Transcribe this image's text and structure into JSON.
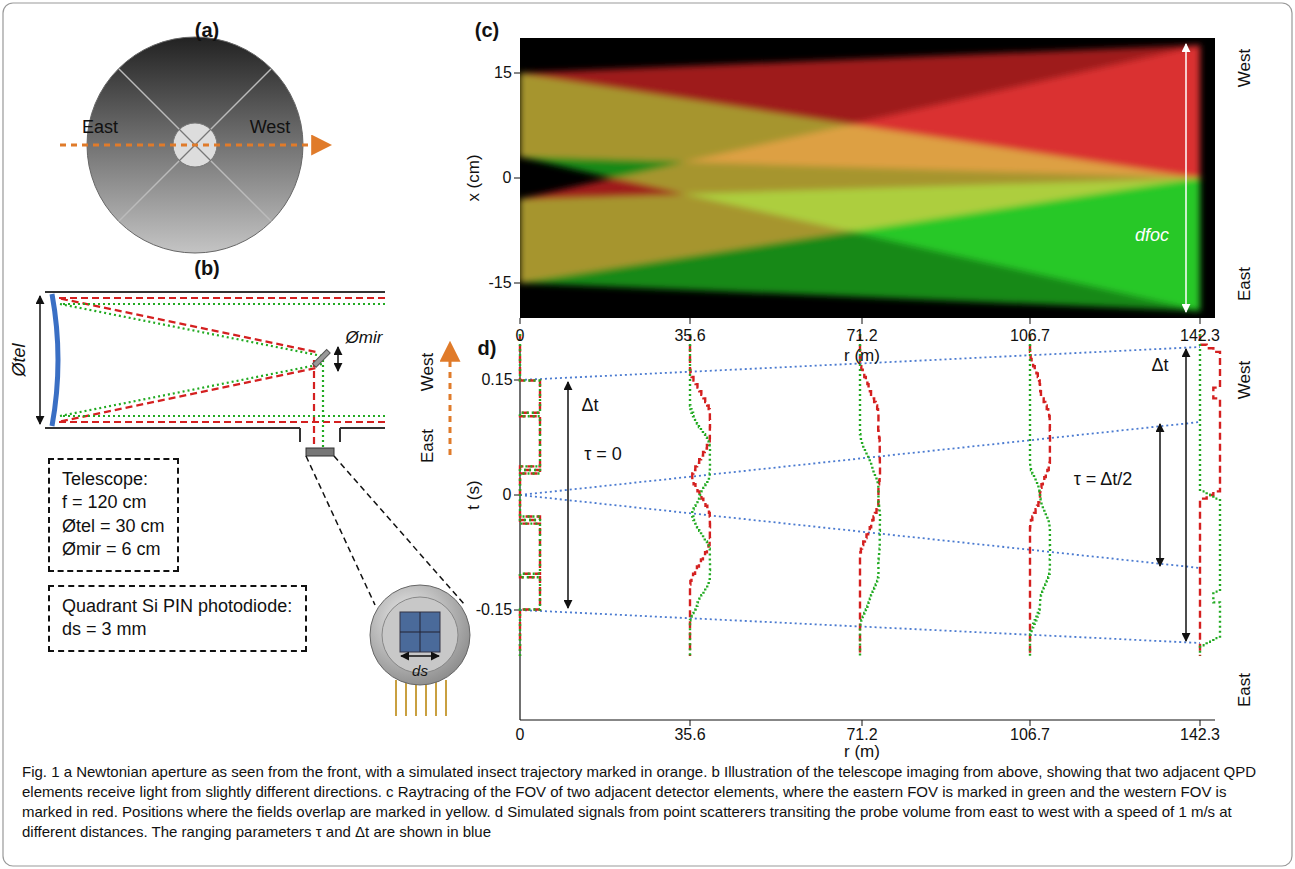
{
  "diagram": {
    "caption": "Fig. 1 a Newtonian aperture as seen from the front, with a simulated insect trajectory marked in orange. b Illustration of the telescope imaging from above, showing that two adjacent QPD elements receive light from slightly different directions. c Raytracing of the FOV of two adjacent detector elements, where the eastern FOV is marked in green and the western FOV is marked in red. Positions where the fields overlap are marked in yellow. d Simulated signals from point scatterers transiting the probe volume from east to west with a speed of 1 m/s at different distances. The ranging parameters τ and Δt are shown in blue",
    "nodes": [
      {
        "text": [
          "Telescope:",
          "f = 120 cm",
          "Øtel = 30 cm",
          "Ømir = 6 cm"
        ]
      },
      {
        "text": [
          "Quadrant Si PIN photodiode:",
          "ds = 3 mm"
        ]
      }
    ],
    "labels": [
      "(a)",
      "East",
      "West",
      "(b)",
      "Øtel",
      "Ømir",
      "West",
      "East",
      "ds",
      "(c)",
      "15",
      "0",
      "-15",
      "x (cm)",
      "0",
      "35.6",
      "71.2",
      "106.7",
      "142.3",
      "r (m)",
      "dfoc",
      "West",
      "East",
      "d)",
      "0.15",
      "0",
      "-0.15",
      "t (s)",
      "0",
      "35.6",
      "71.2",
      "106.7",
      "142.3",
      "r (m)",
      "Δt",
      "τ = 0",
      "Δt",
      "τ = Δt/2",
      "West",
      "East"
    ]
  }
}
